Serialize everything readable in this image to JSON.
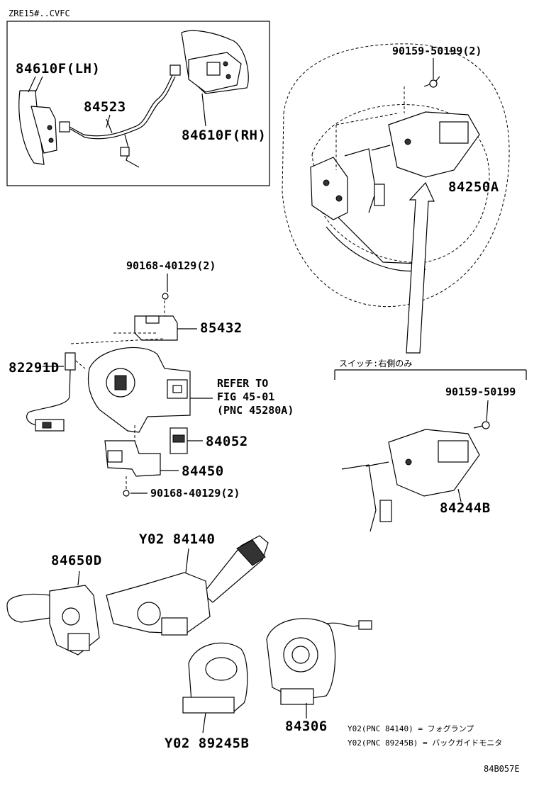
{
  "figure": {
    "model_label": "ZRE15#..CVFC",
    "figure_code": "84B057E"
  },
  "parts": {
    "p84610F_LH": "84610F(LH)",
    "p84523": "84523",
    "p84610F_RH": "84610F(RH)",
    "p90159_50199_2": "90159-50199(2)",
    "p84250A": "84250A",
    "p90168_40129_top": "90168-40129(2)",
    "p85432": "85432",
    "p82291D": "82291D",
    "refer_line1": "REFER TO",
    "refer_line2": "FIG 45-01",
    "refer_line3": "(PNC 45280A)",
    "p84052": "84052",
    "p84450": "84450",
    "p90168_40129_bottom": "90168-40129(2)",
    "switch_note": "スイッチ:右側のみ",
    "p90159_50199": "90159-50199",
    "p84244B": "84244B",
    "p84650D": "84650D",
    "p84140": "Y02 84140",
    "p89245B": "Y02 89245B",
    "p84306": "84306"
  },
  "notes": {
    "note1": "Y02(PNC 84140) = フォグランプ",
    "note2": "Y02(PNC 89245B) = バックガイドモニタ"
  }
}
